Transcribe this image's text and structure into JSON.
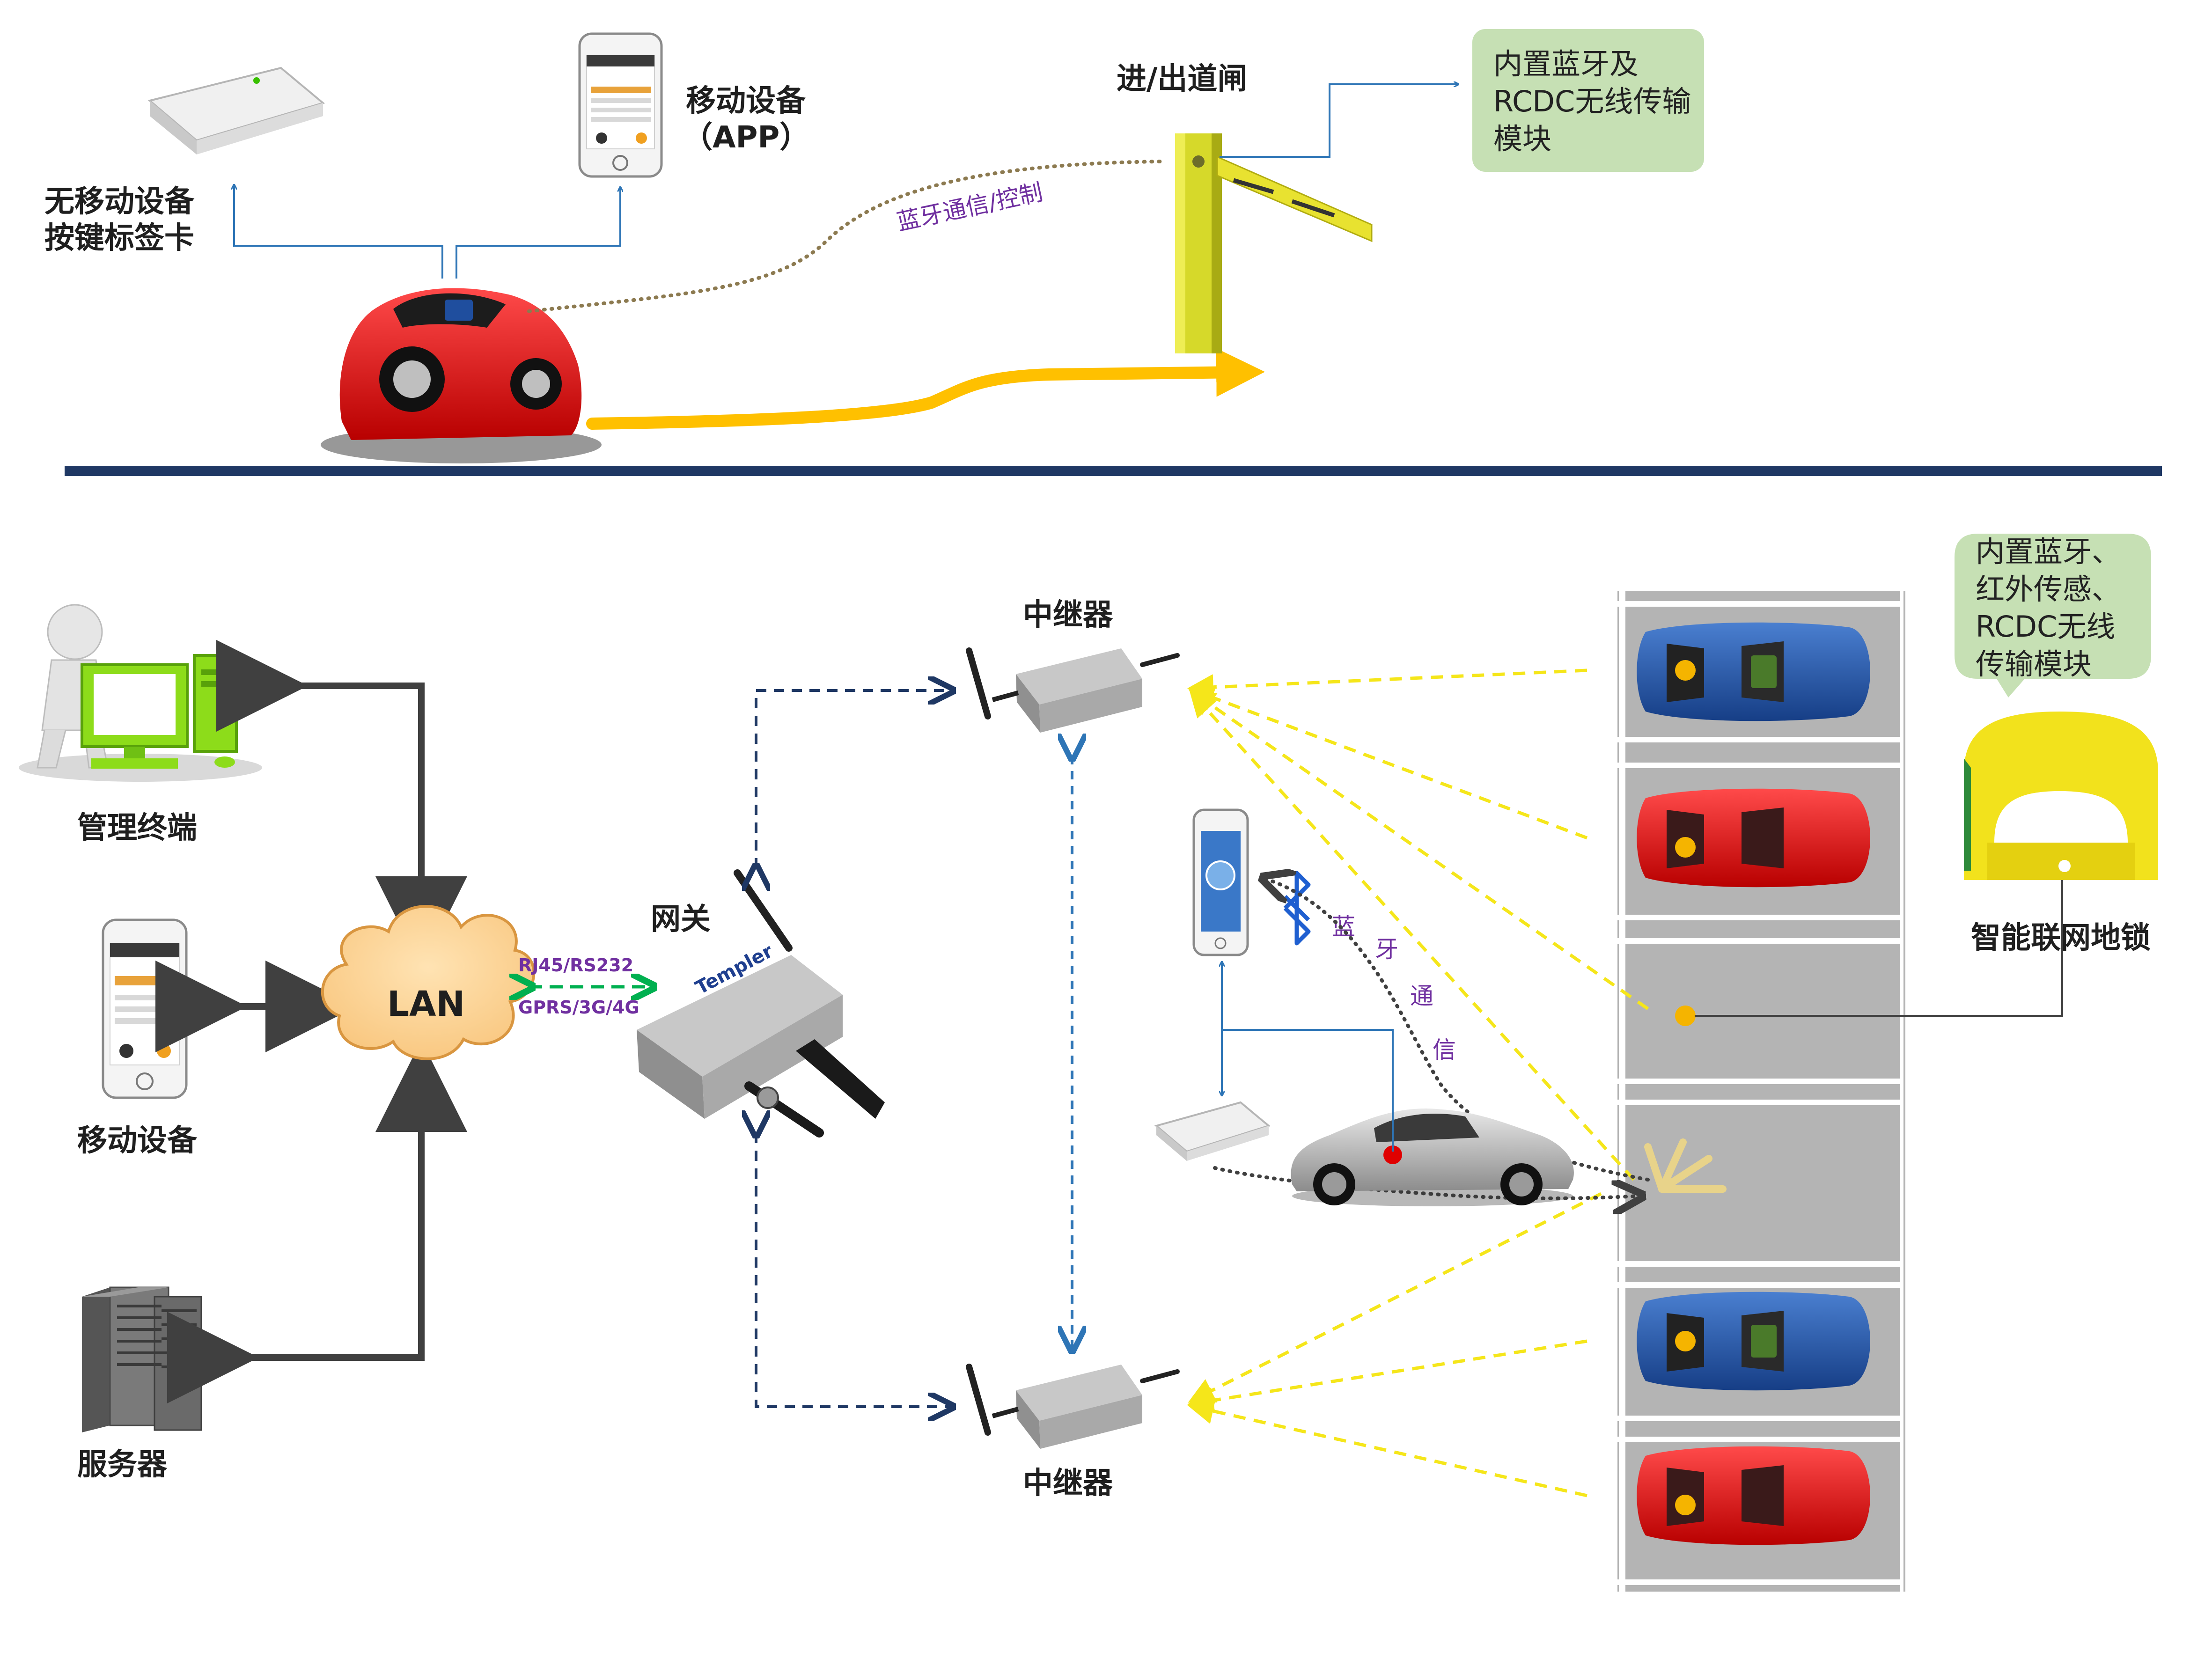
{
  "top": {
    "keycard_label": [
      "无移动设备",
      "按键标签卡"
    ],
    "mobile_label": [
      "移动设备",
      "（APP）"
    ],
    "gate_label": "进/出道闸",
    "gate_module_note": [
      "内置蓝牙及",
      "RCDC无线传输",
      "模块"
    ],
    "bt_link_label": "蓝牙通信/控制"
  },
  "bottom": {
    "mgmt_label": "管理终端",
    "mobile_label": "移动设备",
    "server_label": "服务器",
    "lan_label": "LAN",
    "iface_top": "RJ45/RS232",
    "iface_bottom": "GPRS/3G/4G",
    "gateway_label": "网关",
    "gateway_brand": "Templer",
    "relay_top_label": "中继器",
    "relay_bottom_label": "中继器",
    "bt_chars": [
      "蓝",
      "牙",
      "通",
      "信"
    ],
    "lock_note": [
      "内置蓝牙、",
      "红外传感、",
      "RCDC无线",
      "传输模块"
    ],
    "lock_label": "智能联网地锁"
  },
  "colors": {
    "divider": "#1f3864",
    "note_bg": "#c6e0b4",
    "lock_yellow": "#f2e21c",
    "beam_yellow": "#f5e61a",
    "arrow_orange": "#ffc000",
    "link_blue": "#2e75b6",
    "dash_navy": "#1f3864",
    "bt_purple": "#7030a0",
    "iface_green": "#00b050"
  }
}
